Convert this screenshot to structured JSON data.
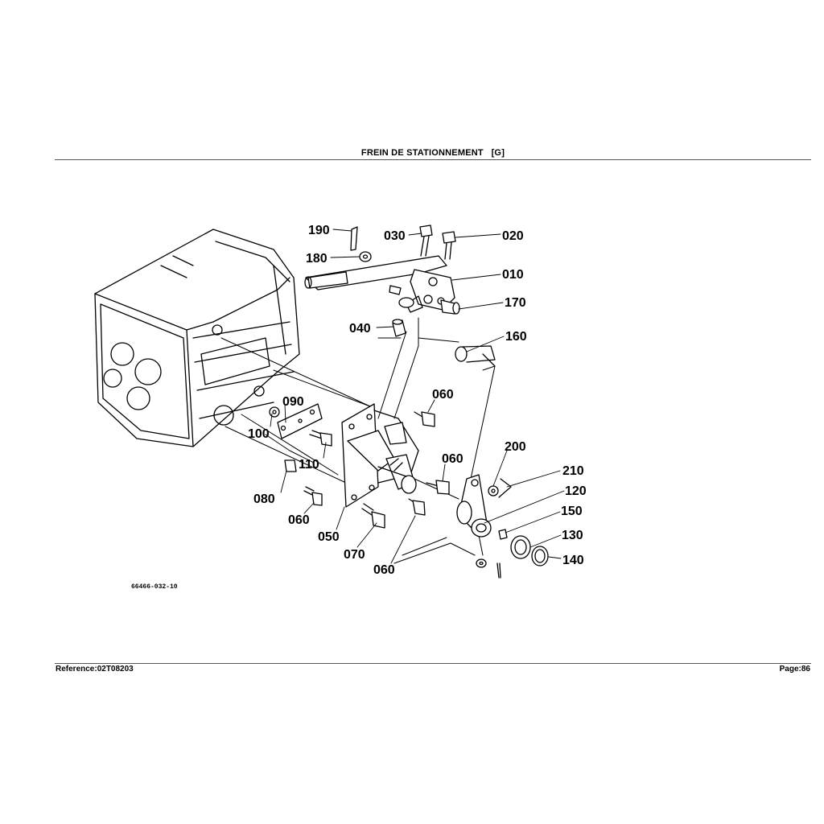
{
  "header": {
    "title": "FREIN DE STATIONNEMENT   [G]"
  },
  "footer": {
    "reference": "Reference:02T08203",
    "page": "Page:86"
  },
  "diagram": {
    "code": "66466-032-10",
    "callouts": [
      "190",
      "030",
      "020",
      "180",
      "010",
      "170",
      "040",
      "160",
      "060",
      "090",
      "100",
      "060",
      "110",
      "200",
      "210",
      "080",
      "120",
      "150",
      "060",
      "130",
      "050",
      "070",
      "140",
      "060"
    ]
  }
}
